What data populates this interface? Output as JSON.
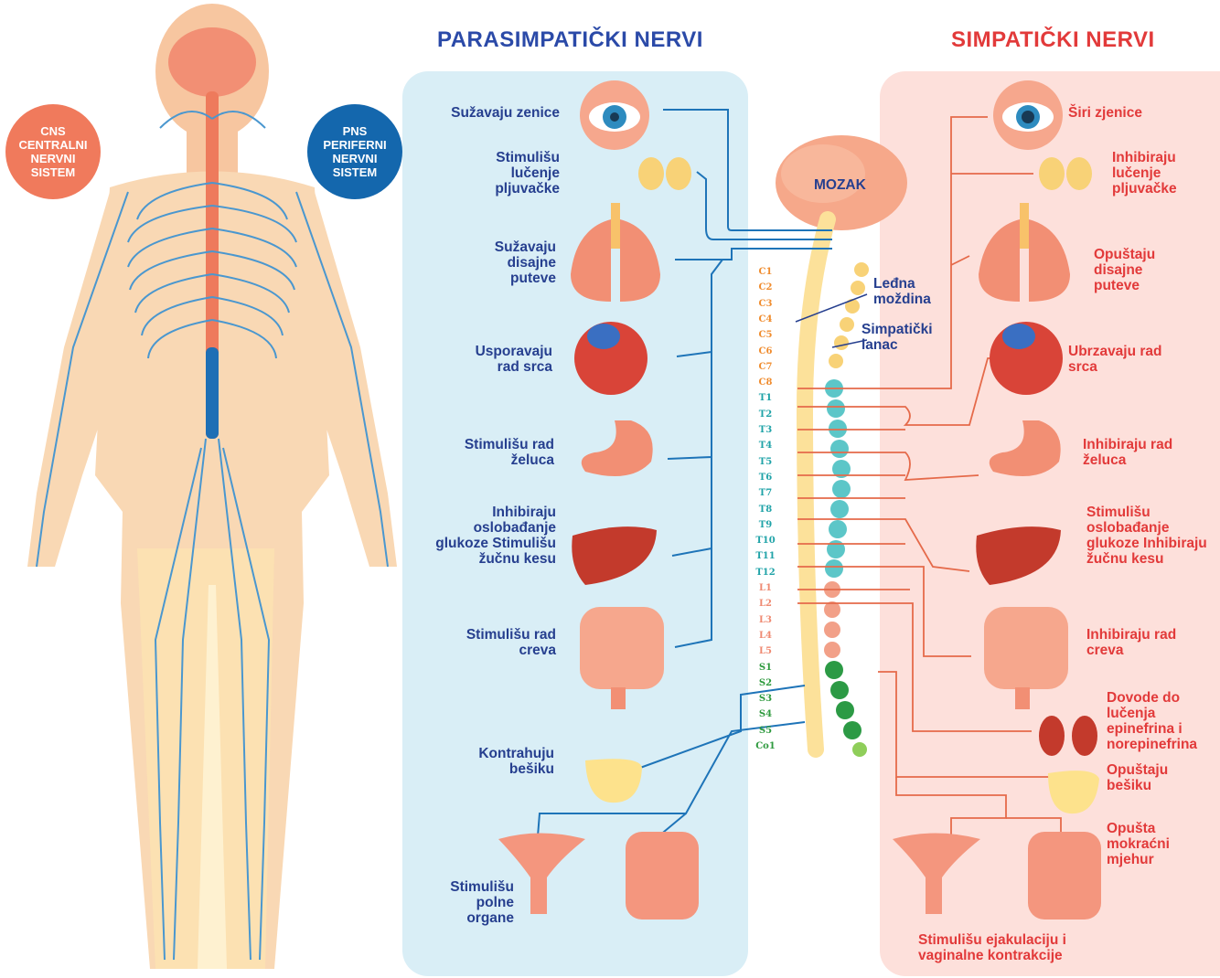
{
  "titles": {
    "parasympathetic": "PARASIMPATIČKI NERVI",
    "sympathetic": "SIMPATIČKI NERVI"
  },
  "circles": {
    "cns": "CNS CENTRALNI NERVNI SISTEM",
    "pns": "PNS PERIFERNI NERVNI SISTEM"
  },
  "center": {
    "brain": "MOZAK",
    "spinal_cord": "Leđna moždina",
    "sympathetic_chain": "Simpatički lanac"
  },
  "parasympathetic_effects": [
    "Sužavaju zenice",
    "Stimulišu lučenje pljuvačke",
    "Sužavaju disajne puteve",
    "Usporavaju rad srca",
    "Stimulišu rad želuca",
    "Inhibiraju oslobađanje glukoze Stimulišu žučnu kesu",
    "Stimulišu rad creva",
    "Kontrahuju bešiku",
    "Stimulišu polne organe"
  ],
  "sympathetic_effects": [
    "Širi zjenice",
    "Inhibiraju lučenje pljuvačke",
    "Opuštaju disajne puteve",
    "Ubrzavaju rad srca",
    "Inhibiraju rad želuca",
    "Stimulišu oslobađanje glukoze Inhibiraju žučnu kesu",
    "Inhibiraju rad creva",
    "Dovode do lučenja epinefrina i norepinefrina",
    "Opuštaju bešiku",
    "Opušta mokraćni mjehur",
    "Stimulišu ejakulaciju i vaginalne kontrakcije"
  ],
  "segments": {
    "cervical": [
      "C1",
      "C2",
      "C3",
      "C4",
      "C5",
      "C6",
      "C7",
      "C8"
    ],
    "thoracic": [
      "T1",
      "T2",
      "T3",
      "T4",
      "T5",
      "T6",
      "T7",
      "T8",
      "T9",
      "T10",
      "T11",
      "T12"
    ],
    "lumbar": [
      "L1",
      "L2",
      "L3",
      "L4",
      "L5"
    ],
    "sacral": [
      "S1",
      "S2",
      "S3",
      "S4",
      "S5",
      "Co1"
    ]
  },
  "colors": {
    "blue_text": "#263f8f",
    "red_text": "#e23a3a",
    "cervical": "#f08c2e",
    "thoracic": "#20a3a8",
    "lumbar": "#ef8a72",
    "sacral": "#2e9a3e"
  }
}
